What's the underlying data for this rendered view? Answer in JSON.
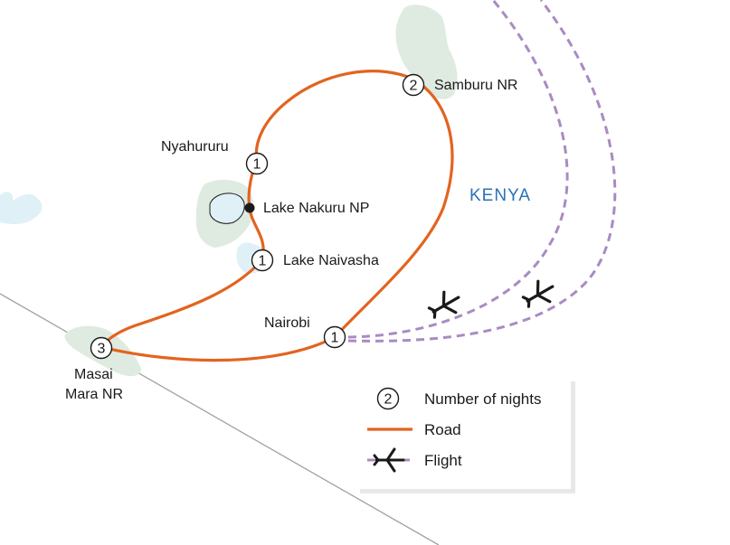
{
  "colors": {
    "road": "#e2641f",
    "flight": "#a98bc2",
    "park": "#dfeae1",
    "water": "#e0f0f7",
    "border": "#9aa69c",
    "country_label": "#2a73b8",
    "marker_stroke": "#1a1a1a"
  },
  "country_label": "KENYA",
  "places": {
    "samburu": {
      "label": "Samburu NR",
      "nights": "2"
    },
    "nyahururu": {
      "label": "Nyahururu",
      "nights": "1"
    },
    "nakuru": {
      "label": "Lake Nakuru NP"
    },
    "naivasha": {
      "label": "Lake Naivasha",
      "nights": "1"
    },
    "nairobi": {
      "label": "Nairobi",
      "nights": "1"
    },
    "masai_mara": {
      "label_line1": "Masai",
      "label_line2": "Mara NR",
      "nights": "3"
    }
  },
  "legend": {
    "nights_sample": "2",
    "nights_label": "Number of nights",
    "road_label": "Road",
    "flight_label": "Flight"
  },
  "icons": {
    "plane": "airplane-icon",
    "stop": "circle-number-icon",
    "poi": "filled-dot-icon"
  }
}
